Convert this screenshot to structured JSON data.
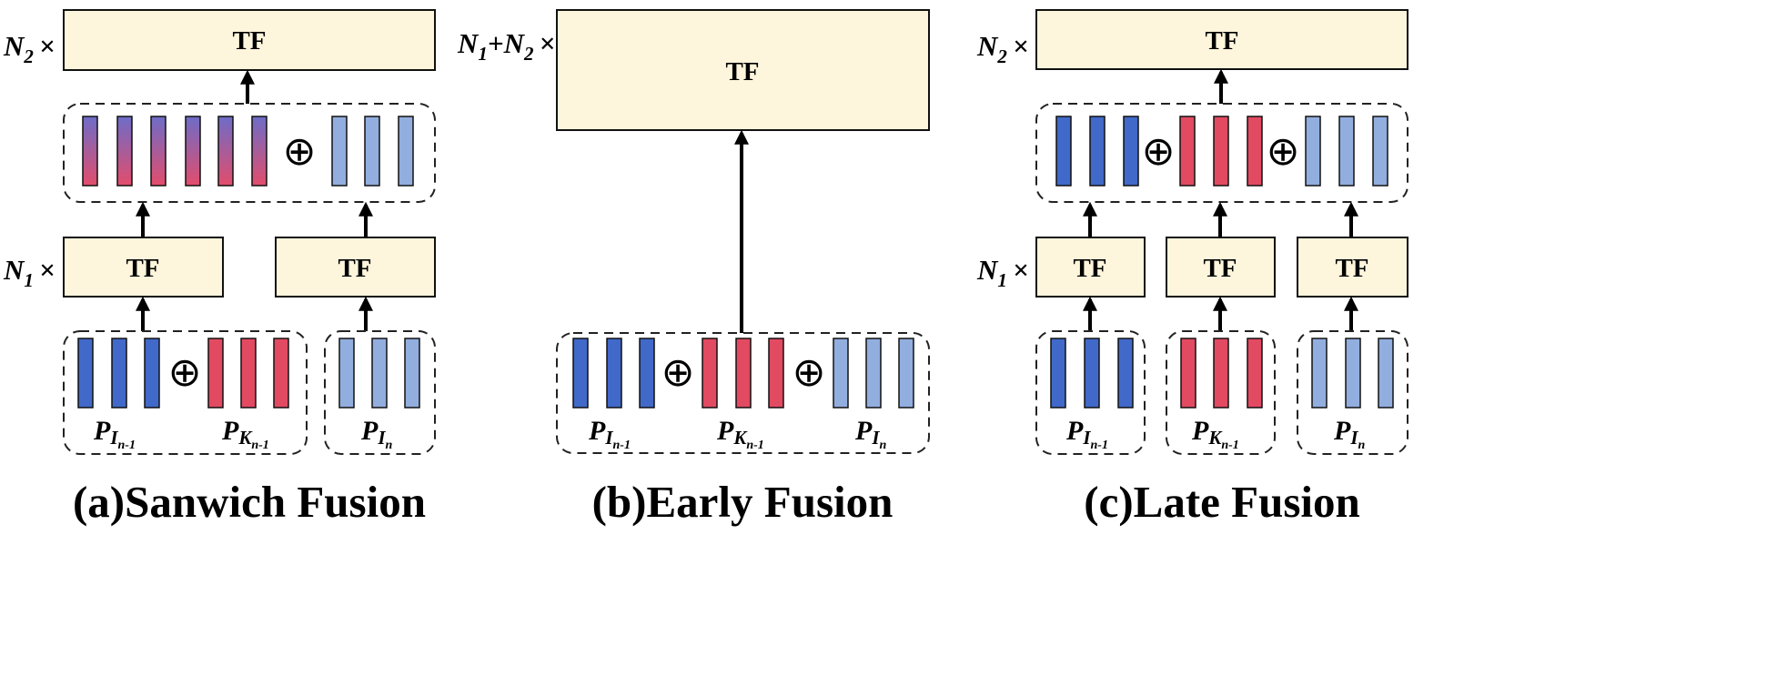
{
  "tf_label": "TF",
  "oplus": "⊕",
  "times": "×",
  "n1": "N",
  "n1_sub": "1",
  "n2": "N",
  "n2_sub": "2",
  "plus": "+",
  "p_symbol": "P",
  "i_sub": "I",
  "k_sub": "K",
  "n_minus_1": "n-1",
  "n_sub": "n",
  "captions": {
    "sandwich": "(a)Sanwich Fusion",
    "early": "(b)Early Fusion",
    "late": "(c)Late Fusion"
  },
  "colors": {
    "dark_blue": "#4169c9",
    "red": "#e24a62",
    "light_blue": "#92aedf",
    "tf_fill": "#fdf5dc",
    "gradient_top": "#6d6cc8",
    "gradient_bottom": "#e34d6c"
  }
}
